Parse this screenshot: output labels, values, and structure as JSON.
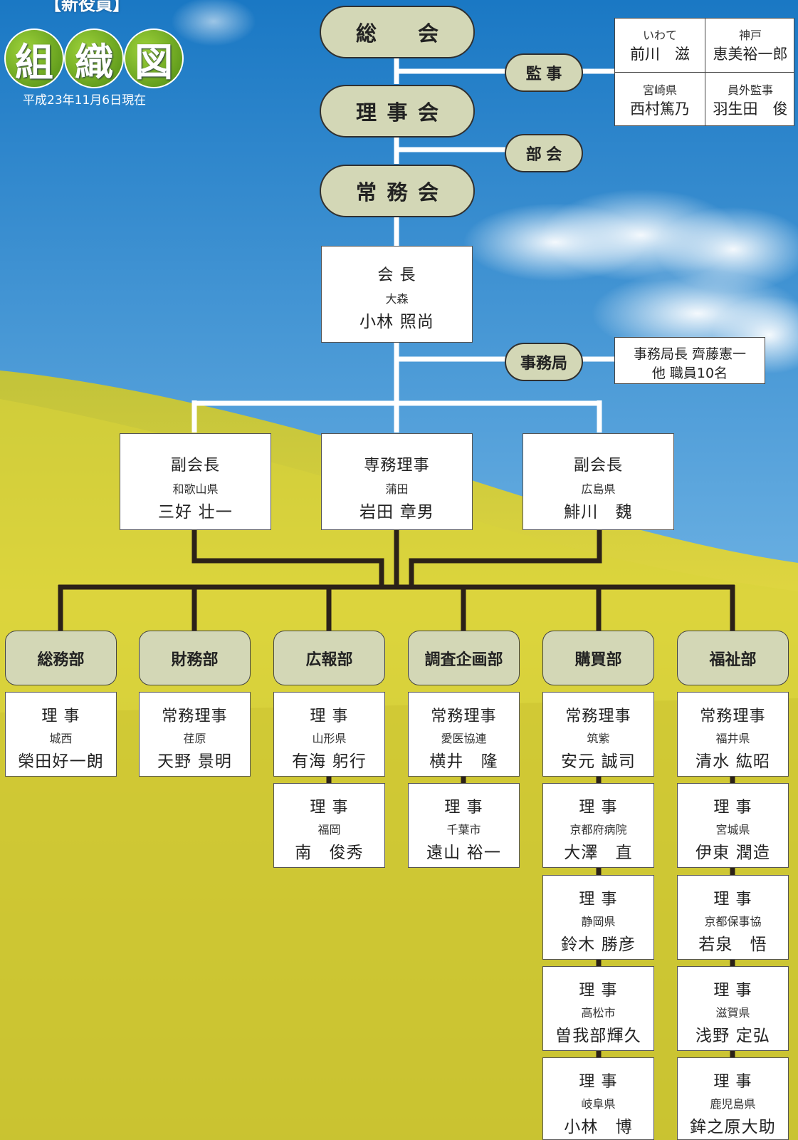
{
  "header": {
    "new_officers": "【新役員】",
    "title_chars": [
      "組",
      "織",
      "図"
    ],
    "date": "平成23年11月6日現在"
  },
  "top": {
    "general_meeting": "総　会",
    "board": "理事会",
    "executive": "常務会",
    "auditor": "監事",
    "subcommittee": "部会",
    "secretariat": "事務局"
  },
  "auditors": [
    {
      "affiliation": "いわて",
      "name": "前川　滋"
    },
    {
      "affiliation": "神戸",
      "name": "恵美裕一郎"
    },
    {
      "affiliation": "宮崎県",
      "name": "西村篤乃"
    },
    {
      "affiliation": "員外監事",
      "name": "羽生田　俊"
    }
  ],
  "secretariat_info": {
    "line1": "事務局長 齊藤憲一",
    "line2": "他 職員10名"
  },
  "president": {
    "role": "会 長",
    "affiliation": "大森",
    "name": "小林 照尚"
  },
  "second_tier": [
    {
      "role": "副会長",
      "affiliation": "和歌山県",
      "name": "三好 壮一"
    },
    {
      "role": "専務理事",
      "affiliation": "蒲田",
      "name": "岩田 章男"
    },
    {
      "role": "副会長",
      "affiliation": "広島県",
      "name": "鯡川　魏"
    }
  ],
  "departments": [
    {
      "name": "総務部",
      "members": [
        {
          "role": "理 事",
          "affiliation": "城西",
          "name": "榮田好一朗"
        }
      ]
    },
    {
      "name": "財務部",
      "members": [
        {
          "role": "常務理事",
          "affiliation": "荏原",
          "name": "天野 景明"
        }
      ]
    },
    {
      "name": "広報部",
      "members": [
        {
          "role": "理 事",
          "affiliation": "山形県",
          "name": "有海 躬行"
        },
        {
          "role": "理 事",
          "affiliation": "福岡",
          "name": "南　俊秀"
        }
      ]
    },
    {
      "name": "調査企画部",
      "members": [
        {
          "role": "常務理事",
          "affiliation": "愛医協連",
          "name": "横井　隆"
        },
        {
          "role": "理 事",
          "affiliation": "千葉市",
          "name": "遠山 裕一"
        }
      ]
    },
    {
      "name": "購買部",
      "members": [
        {
          "role": "常務理事",
          "affiliation": "筑紫",
          "name": "安元 誠司"
        },
        {
          "role": "理 事",
          "affiliation": "京都府病院",
          "name": "大澤　直"
        },
        {
          "role": "理 事",
          "affiliation": "静岡県",
          "name": "鈴木 勝彦"
        },
        {
          "role": "理 事",
          "affiliation": "高松市",
          "name": "曽我部輝久"
        },
        {
          "role": "理 事",
          "affiliation": "岐阜県",
          "name": "小林　博"
        }
      ]
    },
    {
      "name": "福祉部",
      "members": [
        {
          "role": "常務理事",
          "affiliation": "福井県",
          "name": "清水 紘昭"
        },
        {
          "role": "理 事",
          "affiliation": "宮城県",
          "name": "伊東 潤造"
        },
        {
          "role": "理 事",
          "affiliation": "京都保事協",
          "name": "若泉　悟"
        },
        {
          "role": "理 事",
          "affiliation": "滋賀県",
          "name": "浅野 定弘"
        },
        {
          "role": "理 事",
          "affiliation": "鹿児島県",
          "name": "鉾之原大助"
        }
      ]
    }
  ],
  "colors": {
    "sky_top": "#1e7fc8",
    "sky_bottom": "#a8d4ef",
    "field": "#d8cf3a",
    "pill": "#d3d7b6",
    "title_circle": "#5a9a1a"
  }
}
